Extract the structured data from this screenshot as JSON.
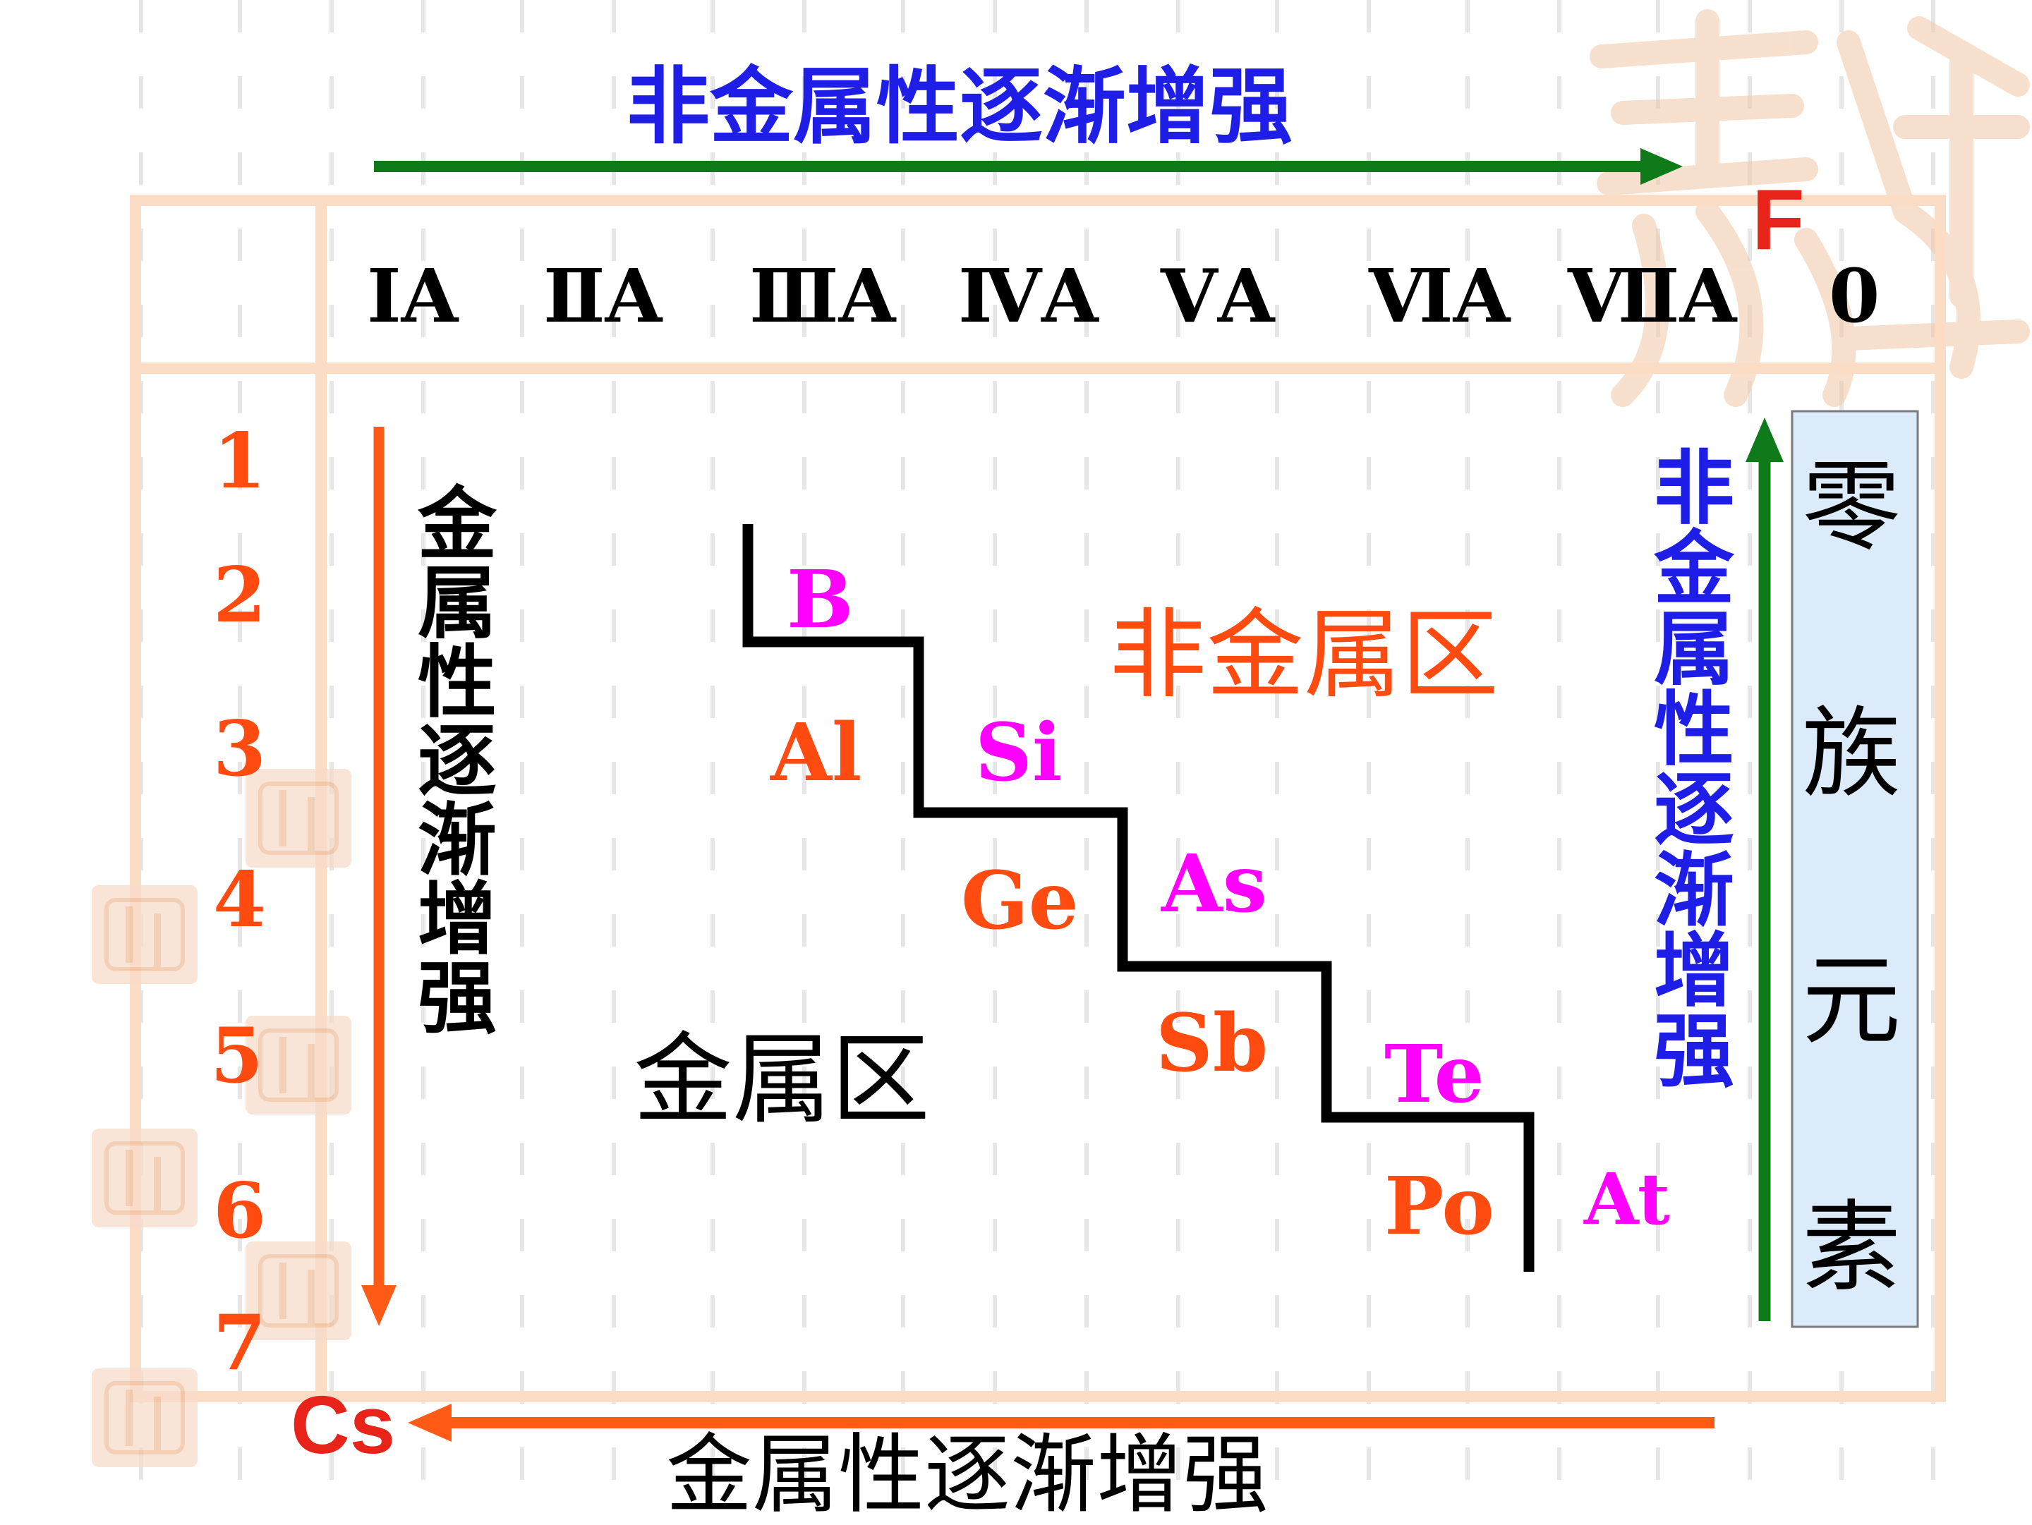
{
  "colors": {
    "red": "#e8231a",
    "orange": "#ff4a10",
    "magenta": "#ff00ff",
    "blue": "#1e1ee6",
    "green": "#0e7a1a",
    "black": "#000000",
    "frame": "#fbdcc4",
    "zero_panel": "#dcebf9"
  },
  "top": {
    "label": "非金属性逐渐增强",
    "corner_element": "F"
  },
  "groups": [
    "ⅠA",
    "ⅡA",
    "ⅢA",
    "ⅣA",
    "ⅤA",
    "ⅥA",
    "ⅦA",
    "0"
  ],
  "periods": [
    "1",
    "2",
    "3",
    "4",
    "5",
    "6",
    "7"
  ],
  "left_label": "金属性逐渐增强",
  "right_label": "非金属性逐渐增强",
  "zero_group_label": "零族元素",
  "regions": {
    "metal": "金属区",
    "nonmetal": "非金属区"
  },
  "elements": {
    "B": "B",
    "Al": "Al",
    "Si": "Si",
    "Ge": "Ge",
    "As": "As",
    "Sb": "Sb",
    "Te": "Te",
    "Po": "Po",
    "At": "At"
  },
  "bottom": {
    "label": "金属性逐渐增强",
    "corner_element": "Cs"
  },
  "icons": [
    "seal-watermark-icon"
  ]
}
